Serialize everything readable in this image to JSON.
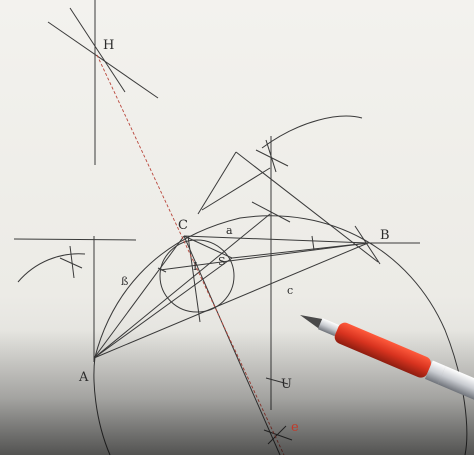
{
  "scene": {
    "paper_color": "#efeeea",
    "ink_color": "#3a3a3a",
    "construction_red": "#b9473c",
    "pen_body_color": "#d8331f",
    "pen_trim_color": "#c8cbd0"
  },
  "labels": {
    "H": "H",
    "C": "C",
    "a": "a",
    "B": "B",
    "b": "ß",
    "I": "I",
    "S": "S",
    "c": "c",
    "A": "A",
    "U": "U",
    "e": "e"
  }
}
